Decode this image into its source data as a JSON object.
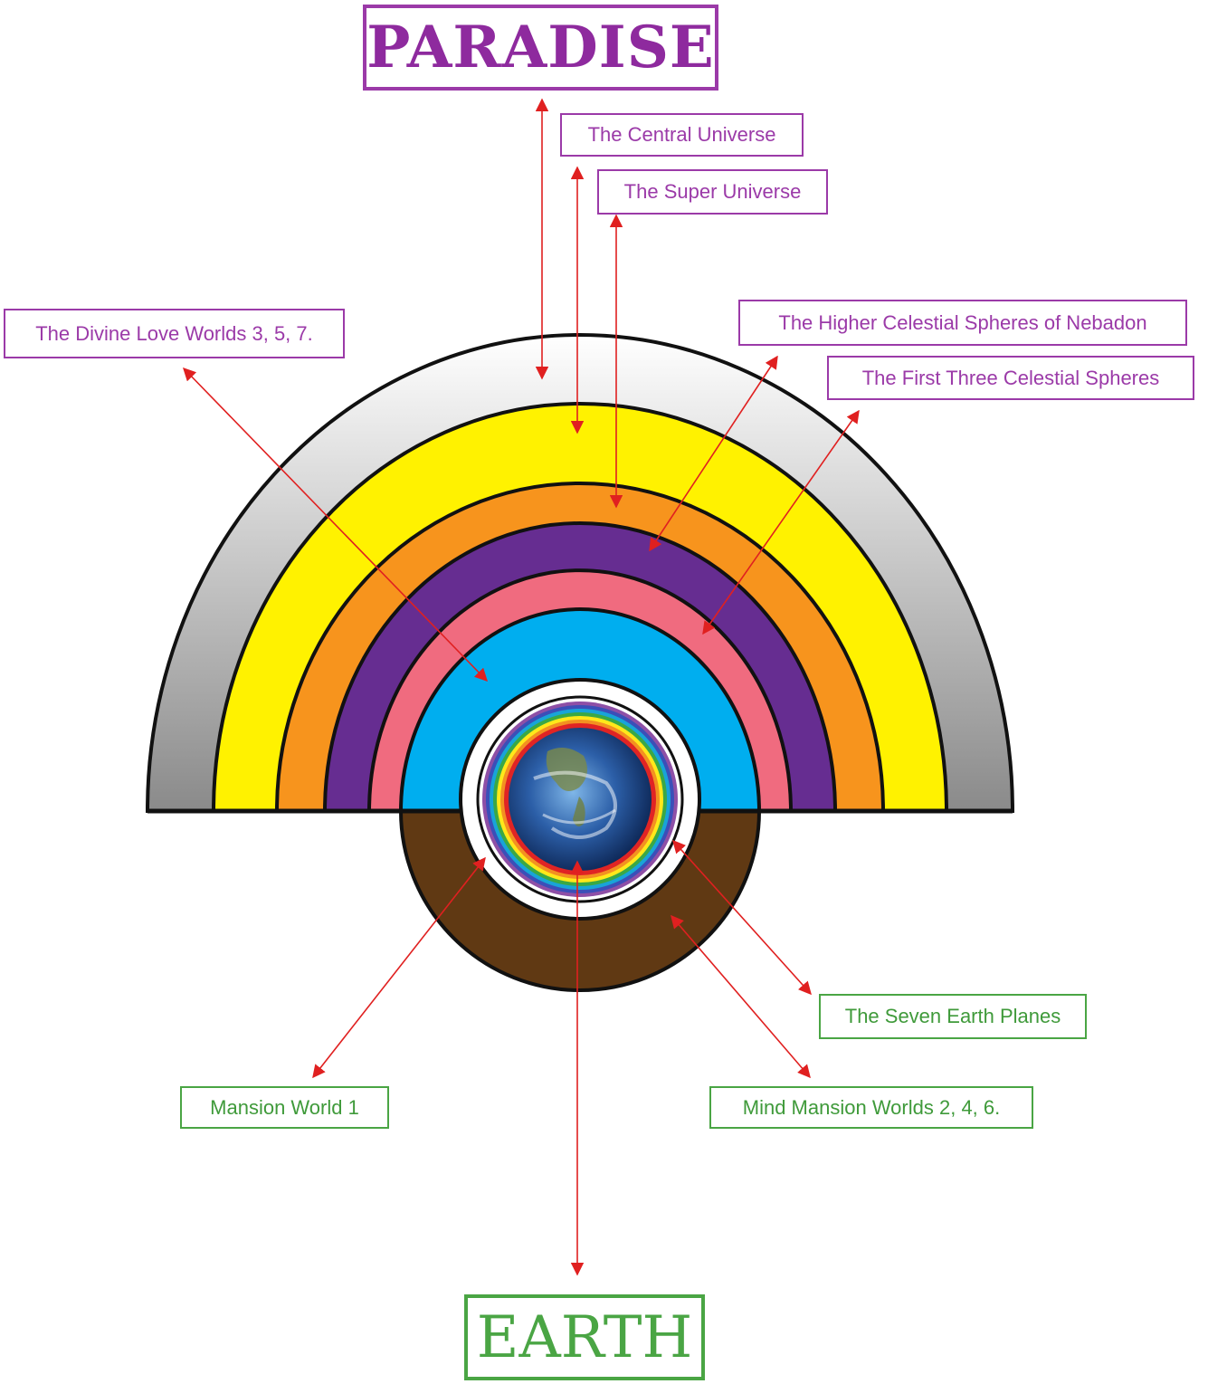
{
  "title_top": "PARADISE",
  "title_bottom": "EARTH",
  "labels": {
    "central_universe": "The Central Universe",
    "super_universe": "The Super Universe",
    "divine_love_worlds": "The Divine Love Worlds 3, 5, 7.",
    "higher_celestial": "The Higher Celestial Spheres of Nebadon",
    "first_three_celestial": "The First Three Celestial Spheres",
    "seven_earth_planes": "The Seven Earth Planes",
    "mansion_world_1": "Mansion World 1",
    "mind_mansion_worlds": "Mind Mansion Worlds 2, 4, 6."
  },
  "colors": {
    "purple_text": "#9b3aa8",
    "green_text": "#4aa544",
    "arrow": "#e02020",
    "band_paradise": "#c8c8c8",
    "band_central": "#fff200",
    "band_super": "#f7941d",
    "band_higher_celestial": "#662d91",
    "band_first_celestial": "#f06b7f",
    "band_divine_love": "#00aeef",
    "band_mind_mansion": "#603913"
  },
  "icons": [
    "earth-globe-icon"
  ]
}
